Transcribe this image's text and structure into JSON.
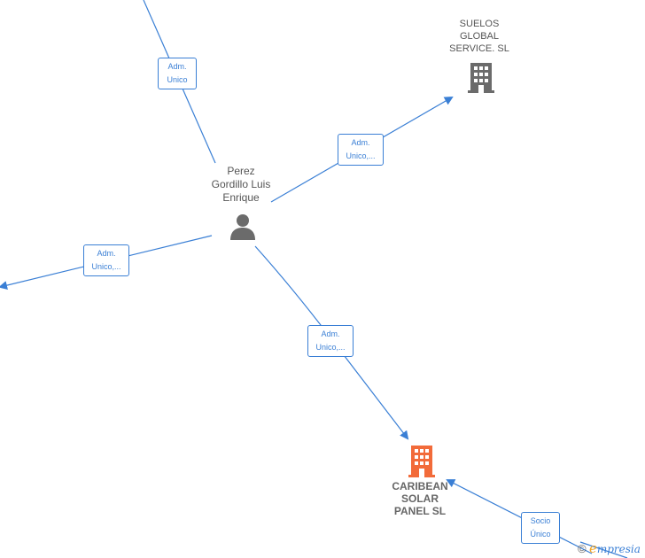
{
  "nodes": {
    "person": {
      "name_lines": [
        "Perez",
        "Gordillo Luis",
        "Enrique"
      ],
      "icon": "person-icon"
    },
    "suelos": {
      "name_lines": [
        "SUELOS",
        "GLOBAL",
        "SERVICE.  SL"
      ],
      "icon": "building-icon",
      "color": "#6b6b6b"
    },
    "caribean": {
      "name_lines": [
        "CARIBEAN",
        "SOLAR",
        "PANEL  SL"
      ],
      "icon": "building-icon",
      "color": "#f26b3a"
    }
  },
  "edges": {
    "top": [
      "Adm.",
      "Unico"
    ],
    "suelos": [
      "Adm.",
      "Unico,..."
    ],
    "left": [
      "Adm.",
      "Unico,..."
    ],
    "caribean": [
      "Adm.",
      "Unico,..."
    ],
    "socio": [
      "Socio",
      "Único"
    ]
  },
  "colors": {
    "edge": "#3a7fd5",
    "text": "#555555"
  },
  "watermark": {
    "copyright": "©",
    "brand_first": "e",
    "brand_rest": "mpresia"
  }
}
